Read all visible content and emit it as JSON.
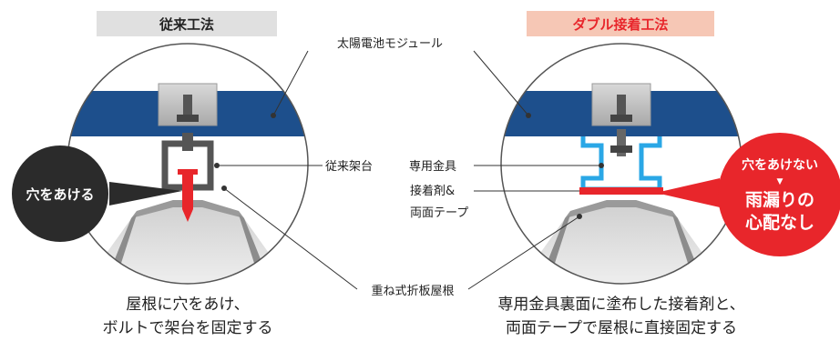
{
  "left": {
    "header": "従来工法",
    "callout": "穴をあける",
    "caption_line1": "屋根に穴をあけ、",
    "caption_line2": "ボルトで架台を固定する"
  },
  "right": {
    "header": "ダブル接着工法",
    "callout_top": "穴をあけない",
    "callout_arrow": "▼",
    "callout_line1": "雨漏りの",
    "callout_line2": "心配なし",
    "caption_line1": "専用金具裏面に塗布した接着剤と、",
    "caption_line2": "両面テープで屋根に直接固定する"
  },
  "labels": {
    "solar_module": "太陽電池モジュール",
    "conventional_mount": "従来架台",
    "special_bracket": "専用金具",
    "adhesive_line1": "接着剤&",
    "adhesive_line2": "両面テープ",
    "folded_roof": "重ね式折板屋根"
  },
  "colors": {
    "panel_blue": "#1d4f8c",
    "header_gray": "#e0e0e0",
    "header_pink": "#f6c7b5",
    "accent_red": "#e8262b",
    "bracket_cyan": "#2aa7e6",
    "dark_callout": "#2b2b2b"
  }
}
